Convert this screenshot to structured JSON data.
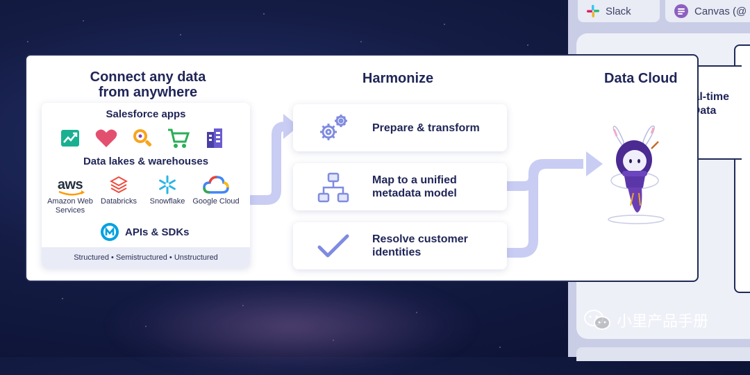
{
  "app_tabs": [
    {
      "label": "Slack",
      "icon": "slack-icon"
    },
    {
      "label": "Canvas (@",
      "icon": "canvas-icon"
    }
  ],
  "columns": {
    "connect": "Connect any data\nfrom anywhere",
    "harmonize": "Harmonize",
    "data_cloud": "Data Cloud"
  },
  "sources": {
    "salesforce_apps": "Salesforce apps",
    "app_icons": [
      "sales-chart-icon",
      "service-heart-icon",
      "analytics-search-icon",
      "commerce-cart-icon",
      "industries-building-icon"
    ],
    "data_lakes": "Data lakes & warehouses",
    "lakes": [
      {
        "name": "Amazon Web Services",
        "logo": "aws-logo"
      },
      {
        "name": "Databricks",
        "logo": "databricks-logo"
      },
      {
        "name": "Snowflake",
        "logo": "snowflake-logo"
      },
      {
        "name": "Google Cloud",
        "logo": "google-cloud-logo"
      }
    ],
    "aws_text": "aws",
    "apis": "APIs & SDKs",
    "footer": "Structured • Semistructured • Unstructured"
  },
  "steps": [
    {
      "label": "Prepare & transform",
      "icon": "gears-icon"
    },
    {
      "label": "Map to a unified metadata model",
      "icon": "hierarchy-icon"
    },
    {
      "label": "Resolve customer identities",
      "icon": "checkmark-icon"
    }
  ],
  "realtime": "Real-time Data",
  "watermark": "小里产品手册",
  "colors": {
    "navy": "#1f2557",
    "accent": "#5f6ad8",
    "arrow": "#c9cdf3"
  }
}
